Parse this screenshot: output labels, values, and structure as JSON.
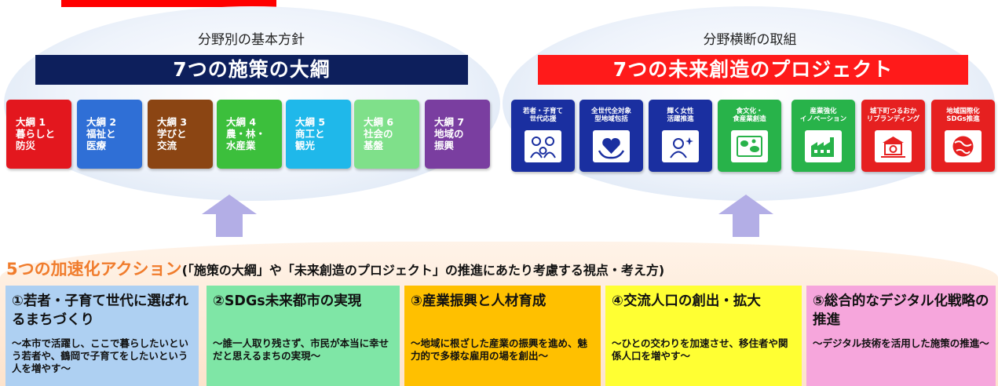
{
  "left_panel": {
    "heading": "分野別の基本方針",
    "banner": "7つの施策の大綱",
    "banner_color": "#0d1f5c",
    "policies": [
      {
        "lines": [
          "大綱 1",
          "暮らしと",
          "防災"
        ],
        "color": "#e3171e"
      },
      {
        "lines": [
          "大綱 2",
          "福祉と",
          "医療"
        ],
        "color": "#2f6fd6"
      },
      {
        "lines": [
          "大綱 3",
          "学びと",
          "交流"
        ],
        "color": "#8b4513"
      },
      {
        "lines": [
          "大綱 4",
          "農・林・",
          "水産業"
        ],
        "color": "#3cbf3c"
      },
      {
        "lines": [
          "大綱 5",
          "商工と",
          "観光"
        ],
        "color": "#1fb8ea"
      },
      {
        "lines": [
          "大綱 6",
          "社会の",
          "基盤"
        ],
        "color": "#7fe08a"
      },
      {
        "lines": [
          "大綱 7",
          "地域の",
          "振興"
        ],
        "color": "#7a3ea0"
      }
    ]
  },
  "right_panel": {
    "heading": "分野横断の取組",
    "banner": "7つの未来創造のプロジェクト",
    "banner_color": "#ff1a1a",
    "projects": [
      {
        "label": "若者・子育て\n世代応援",
        "color": "#1a2fa0",
        "icon": "family-icon"
      },
      {
        "label": "全世代全対象\n型地域包括",
        "color": "#1a2fa0",
        "icon": "heart-hands-icon"
      },
      {
        "label": "輝く女性\n活躍推進",
        "color": "#1a2fa0",
        "icon": "woman-sparkle-icon"
      },
      {
        "label": "食文化・\n食産業創造",
        "color": "#28b34a",
        "icon": "food-icon"
      },
      {
        "label": "産業強化\nイノベーション",
        "color": "#28b34a",
        "icon": "factory-icon"
      },
      {
        "label": "城下町つるおか\nリブランディング",
        "color": "#e62020",
        "icon": "castle-town-icon"
      },
      {
        "label": "地域国際化\nSDGs推進",
        "color": "#e62020",
        "icon": "globe-icon"
      }
    ]
  },
  "acceleration": {
    "title": "5つの加速化アクション",
    "subtitle": "(「施策の大綱」や「未来創造のプロジェクト」の推進にあたり考慮する視点・考え方)",
    "actions": [
      {
        "title": "①若者・子育て世代に選ばれるまちづくり",
        "desc": "～本市で活躍し、ここで暮らしたいという若者や、鶴岡で子育てをしたいという人を増やす～",
        "color": "#aed0f2"
      },
      {
        "title": "②SDGs未来都市の実現",
        "desc": "～誰一人取り残さず、市民が本当に幸せだと思えるまちの実現～",
        "color": "#7fe6a6"
      },
      {
        "title": "③産業振興と人材育成",
        "desc": "～地域に根ざした産業の振興を進め、魅力的で多様な雇用の場を創出～",
        "color": "#ffc000"
      },
      {
        "title": "④交流人口の創出・拡大",
        "desc": "～ひとの交わりを加速させ、移住者や関係人口を増やす～",
        "color": "#ffff33"
      },
      {
        "title": "⑤総合的なデジタル化戦略の推進",
        "desc": "～デジタル技術を活用した施策の推進～",
        "color": "#f6a6dc"
      }
    ]
  }
}
